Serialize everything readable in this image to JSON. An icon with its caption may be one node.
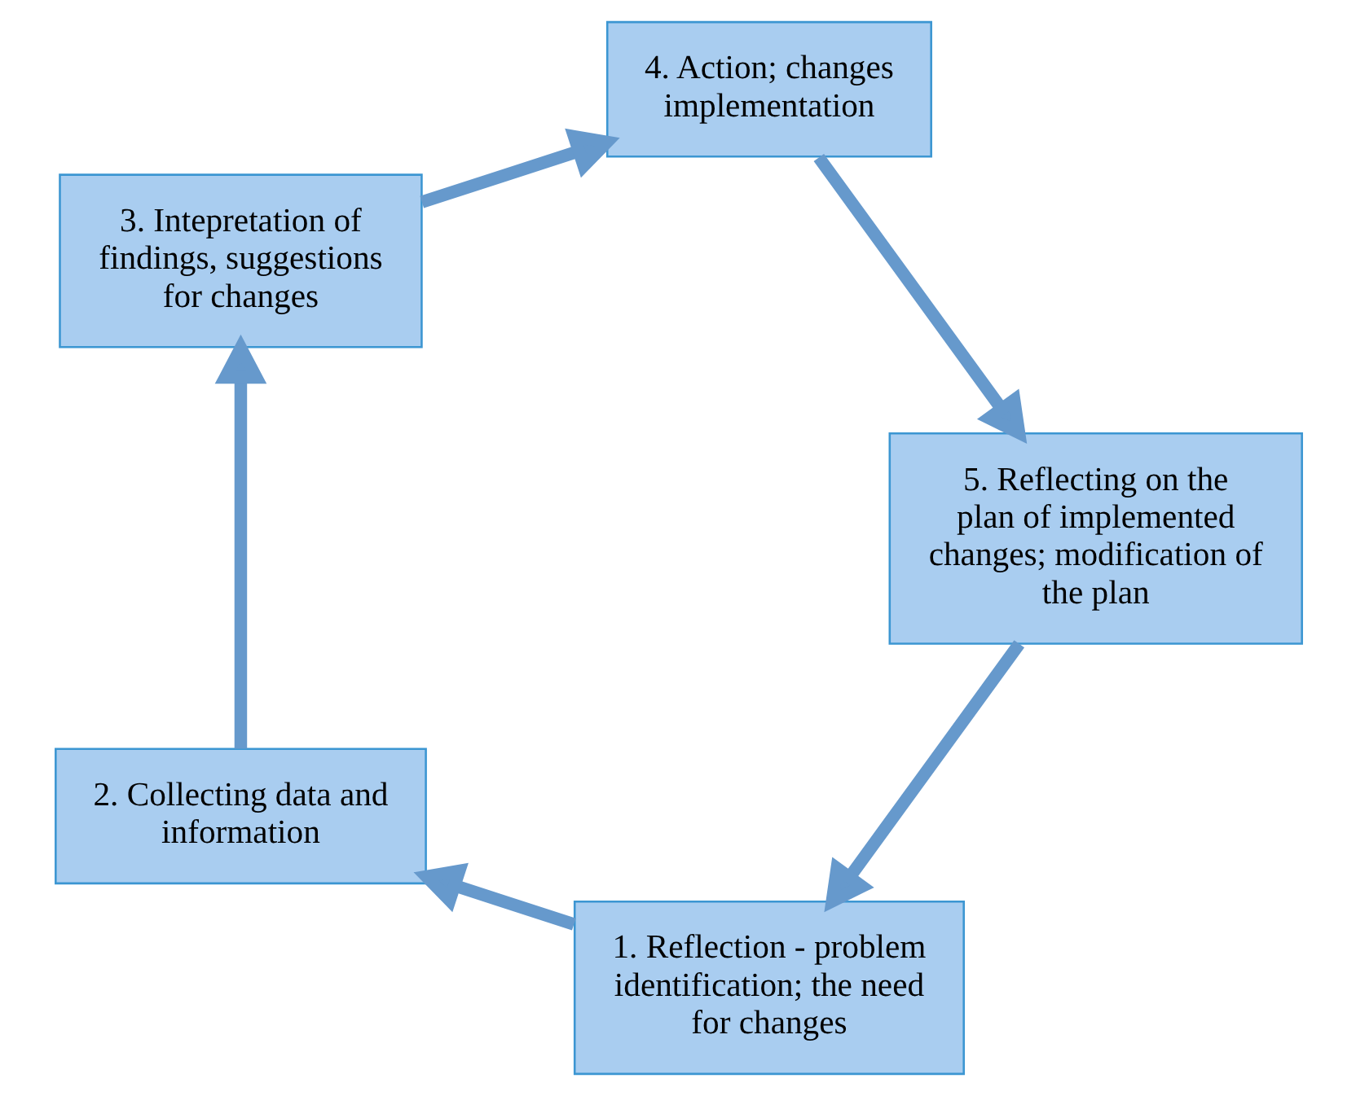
{
  "diagram": {
    "nodes": [
      {
        "text": [
          "1. Reflection - problem identification; the need for changes"
        ]
      },
      {
        "text": [
          "2. Collecting data and information"
        ]
      },
      {
        "text": [
          "3. Intepretation of findings, suggestions for changes"
        ]
      },
      {
        "text": [
          "4. Action; changes implementation"
        ]
      },
      {
        "text": [
          "5. Reflecting on the plan of implemented changes; modification of the plan"
        ]
      }
    ],
    "edges": [
      {
        "from": 0,
        "to": 1,
        "arrow": "to"
      },
      {
        "from": 1,
        "to": 2,
        "arrow": "to"
      },
      {
        "from": 2,
        "to": 3,
        "arrow": "to"
      },
      {
        "from": 3,
        "to": 4,
        "arrow": "to"
      },
      {
        "from": 4,
        "to": 0,
        "arrow": "to"
      }
    ]
  }
}
